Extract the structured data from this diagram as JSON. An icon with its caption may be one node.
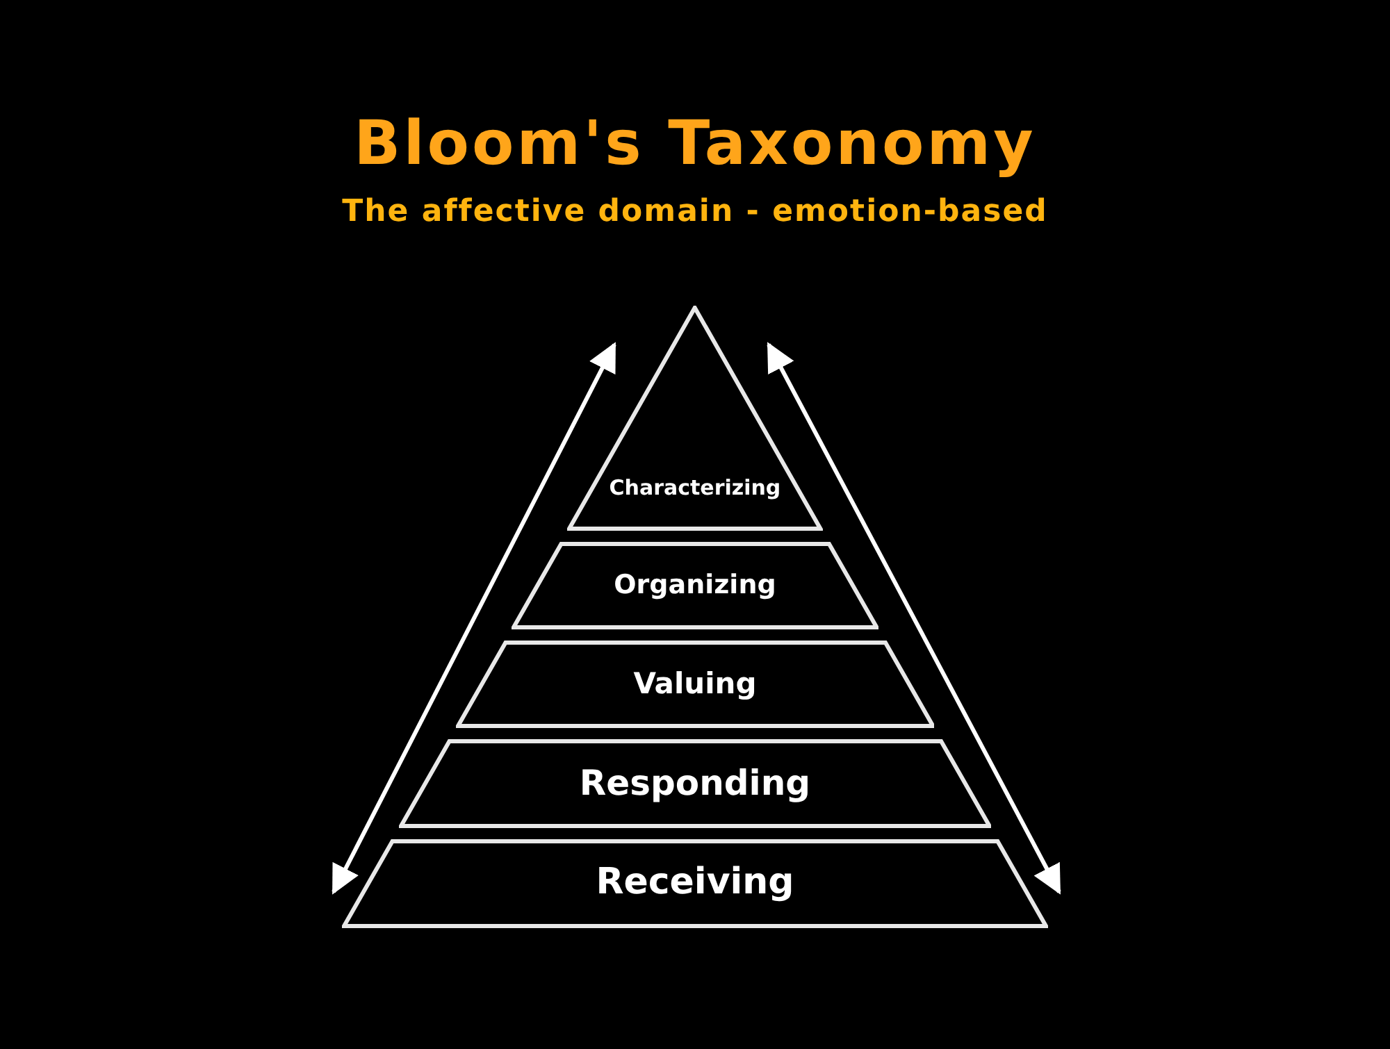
{
  "diagram": {
    "title": "Bloom's Taxonomy",
    "nodes": [
      {
        "text": [
          "Characterizing"
        ]
      },
      {
        "text": [
          "Organizing"
        ]
      },
      {
        "text": [
          "Valuing"
        ]
      },
      {
        "text": [
          "Responding"
        ]
      },
      {
        "text": [
          "Receiving"
        ]
      }
    ],
    "labels": [
      "The affective domain - emotion-based"
    ]
  }
}
